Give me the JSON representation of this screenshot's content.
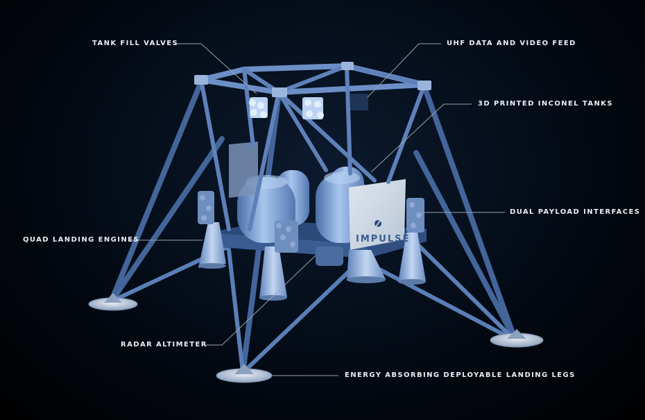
{
  "callouts": {
    "tank_fill_valves": "TANK FILL VALVES",
    "uhf_data_video_feed": "UHF DATA AND VIDEO FEED",
    "inconel_tanks": "3D PRINTED INCONEL TANKS",
    "dual_payload_interfaces": "DUAL PAYLOAD INTERFACES",
    "quad_landing_engines": "QUAD LANDING ENGINES",
    "radar_altimeter": "RADAR ALTIMETER",
    "landing_legs": "ENERGY ABSORBING DEPLOYABLE LANDING LEGS"
  },
  "logo": {
    "text": "IMPULSE"
  },
  "colors": {
    "background": "#000000",
    "structure": "#7f9fd0",
    "label_text": "#e9eef5",
    "leader_line": "#9aa3ad"
  }
}
